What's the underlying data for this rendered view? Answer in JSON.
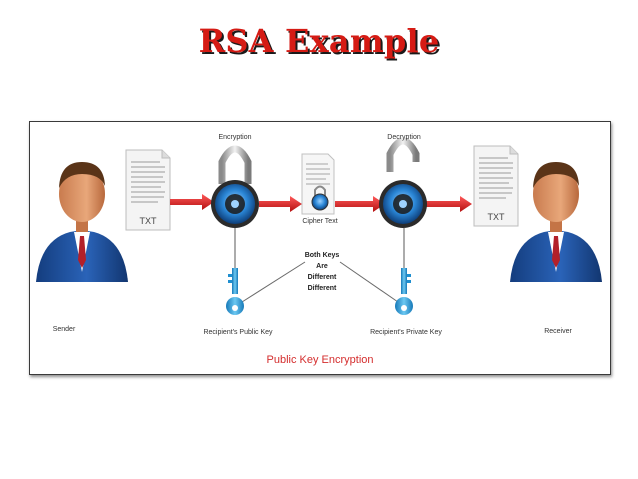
{
  "slide": {
    "title": "RSA Example"
  },
  "diagram": {
    "labels": {
      "encryption": "Encryption",
      "decryption": "Decryption",
      "cipher_text": "Cipher Text",
      "sender": "Sender",
      "receiver": "Receiver",
      "public_key": "Recipient's Public Key",
      "private_key": "Recipient's Private Key",
      "doc_left": "TXT",
      "doc_right": "TXT"
    },
    "both_keys": [
      "Both Keys",
      "Are",
      "Different",
      "Different"
    ],
    "caption": "Public Key Encryption",
    "colors": {
      "title": "#d51b14",
      "arrow": "#d81e1e",
      "lock_blue": "#2a86d6",
      "key_blue": "#2fa8e0",
      "suit": "#1d4f9c",
      "tie": "#b3202a",
      "caption": "#d42d2d"
    },
    "icons": [
      "person-icon",
      "document-icon",
      "padlock-icon",
      "key-icon",
      "arrow-icon"
    ]
  }
}
